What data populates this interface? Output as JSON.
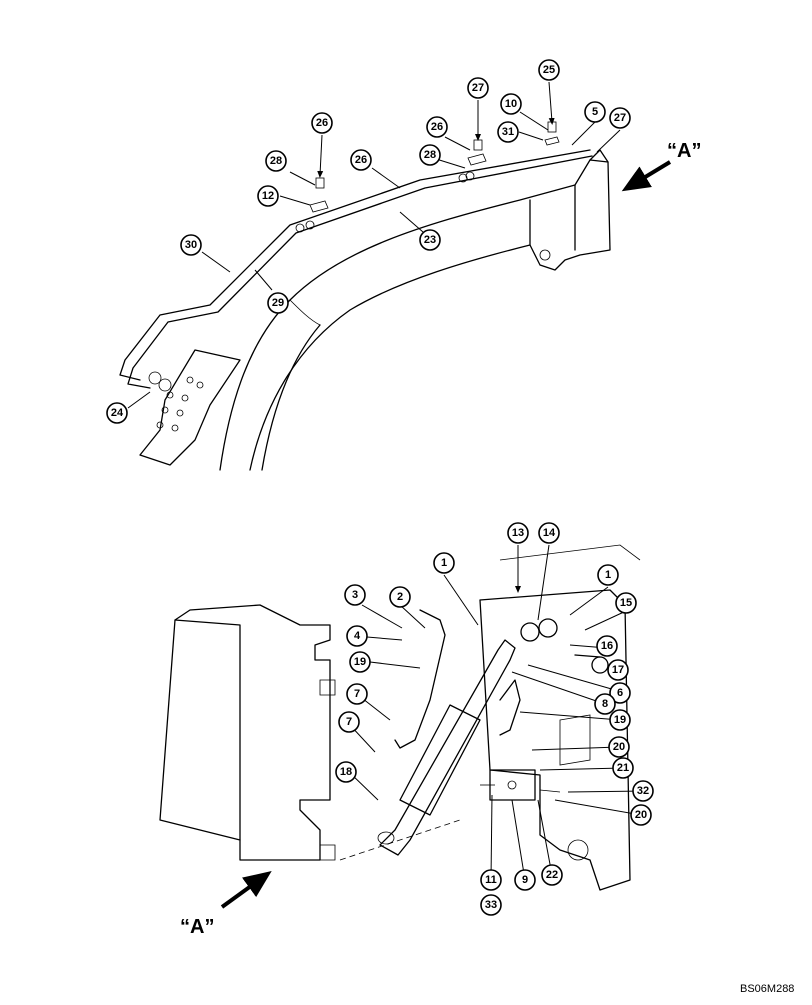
{
  "view_labels": {
    "upper": "“A”",
    "lower": "“A”"
  },
  "reference_code": "BS06M288",
  "upper_callouts": [
    "25",
    "27",
    "26",
    "10",
    "5",
    "27",
    "31",
    "26",
    "28",
    "12",
    "26",
    "28",
    "23",
    "30",
    "29",
    "24"
  ],
  "lower_callouts": [
    "13",
    "14",
    "1",
    "1",
    "3",
    "2",
    "15",
    "4",
    "16",
    "19",
    "17",
    "7",
    "6",
    "8",
    "19",
    "7",
    "20",
    "18",
    "21",
    "32",
    "20",
    "11",
    "9",
    "22",
    "33"
  ]
}
